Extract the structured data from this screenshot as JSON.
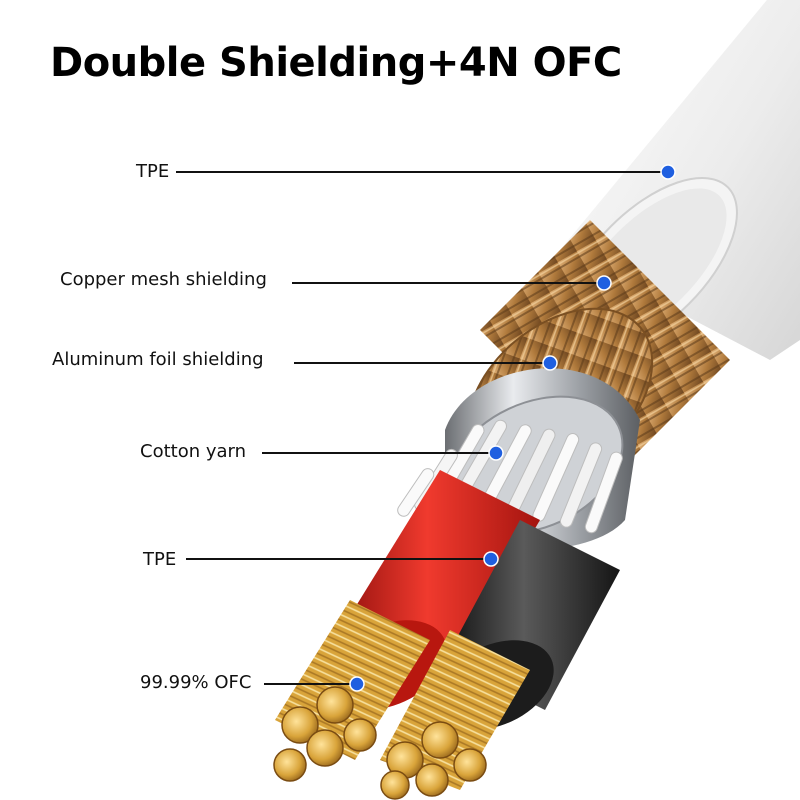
{
  "title": "Double Shielding+4N OFC",
  "colors": {
    "dot": "#1f5fe0",
    "leader_line": "#111111",
    "jacket": "#efefef",
    "copper_mesh": "#b07a3c",
    "foil": "#b9bcc0",
    "cotton_yarn": "#f6f6f6",
    "red_insulation": "#d8211c",
    "black_insulation": "#2a2a2a",
    "copper_conductor": "#d9a43a"
  },
  "labels": [
    {
      "text": "TPE"
    },
    {
      "text": "Copper mesh shielding"
    },
    {
      "text": "Aluminum foil shielding"
    },
    {
      "text": "Cotton yarn"
    },
    {
      "text": "TPE"
    },
    {
      "text": "99.99% OFC"
    }
  ]
}
